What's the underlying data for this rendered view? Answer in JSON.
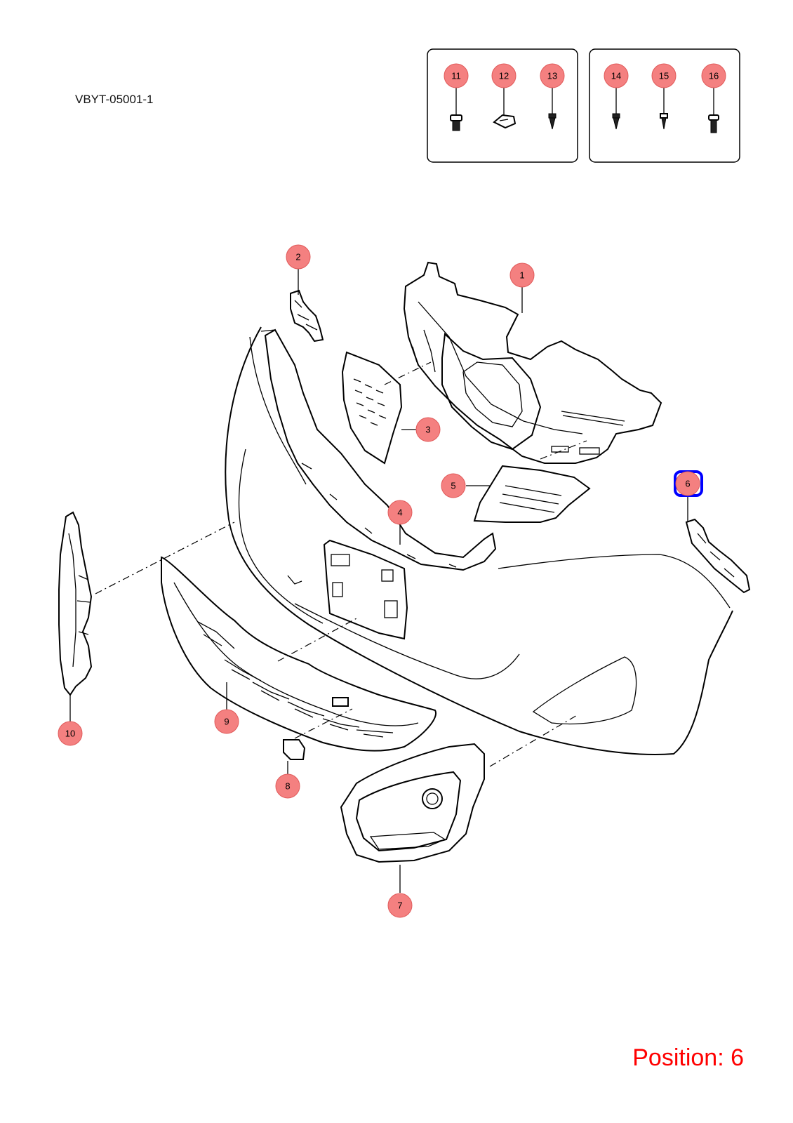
{
  "document_code": "VBYT-05001-1",
  "position_label": "Position: 6",
  "highlight_color": "#0000ff",
  "callout_color": "#f48080",
  "callouts": [
    {
      "id": "1",
      "label": "1"
    },
    {
      "id": "2",
      "label": "2"
    },
    {
      "id": "3",
      "label": "3"
    },
    {
      "id": "4",
      "label": "4"
    },
    {
      "id": "5",
      "label": "5"
    },
    {
      "id": "6",
      "label": "6",
      "selected": true
    },
    {
      "id": "7",
      "label": "7"
    },
    {
      "id": "8",
      "label": "8"
    },
    {
      "id": "9",
      "label": "9"
    },
    {
      "id": "10",
      "label": "10"
    },
    {
      "id": "11",
      "label": "11"
    },
    {
      "id": "12",
      "label": "12"
    },
    {
      "id": "13",
      "label": "13"
    },
    {
      "id": "14",
      "label": "14"
    },
    {
      "id": "15",
      "label": "15"
    },
    {
      "id": "16",
      "label": "16"
    }
  ]
}
